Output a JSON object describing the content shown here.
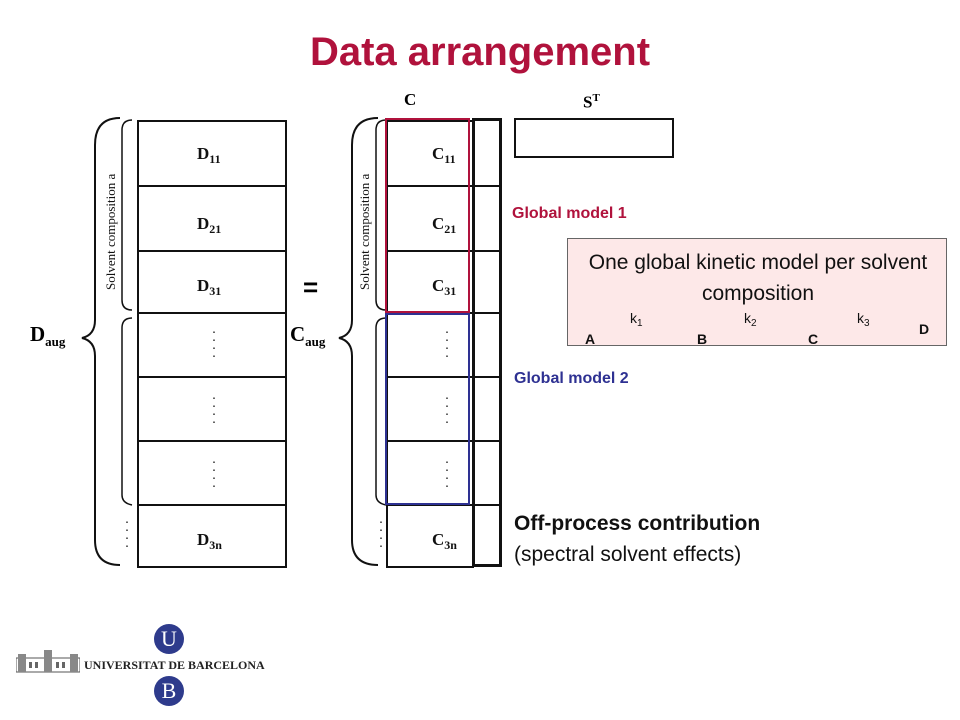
{
  "title": "Data arrangement",
  "left_block": {
    "aug_label": "D",
    "aug_sub": "aug",
    "axis_label": "Solvent composition a",
    "cells": [
      {
        "main": "D",
        "sub": "11"
      },
      {
        "main": "D",
        "sub": "21"
      },
      {
        "main": "D",
        "sub": "31"
      },
      {
        "main": "",
        "sub": ""
      },
      {
        "main": "",
        "sub": ""
      },
      {
        "main": "",
        "sub": ""
      },
      {
        "main": "D",
        "sub": "3n"
      }
    ]
  },
  "equals": "=",
  "right_block": {
    "aug_label": "C",
    "aug_sub": "aug",
    "axis_label": "Solvent composition a",
    "header_c": "C",
    "header_st": "S",
    "header_st_sup": "T",
    "cells": [
      {
        "main": "C",
        "sub": "11"
      },
      {
        "main": "C",
        "sub": "21"
      },
      {
        "main": "C",
        "sub": "31"
      },
      {
        "main": "",
        "sub": ""
      },
      {
        "main": "",
        "sub": ""
      },
      {
        "main": "",
        "sub": ""
      },
      {
        "main": "C",
        "sub": "3n"
      }
    ]
  },
  "global_model_1": {
    "label": "Global model 1",
    "color": "#b0123c"
  },
  "global_model_2": {
    "label": "Global model 2",
    "color": "#2e3192"
  },
  "kinetic_box": {
    "title": "One global kinetic model per solvent composition",
    "species": [
      "A",
      "B",
      "C",
      "D"
    ],
    "rates": [
      {
        "k": "k",
        "sub": "1"
      },
      {
        "k": "k",
        "sub": "2"
      },
      {
        "k": "k",
        "sub": "3"
      }
    ]
  },
  "off_process": {
    "line1": "Off-process contribution",
    "line2": "(spectral solvent effects)"
  },
  "logo": {
    "text": "UNIVERSITAT DE BARCELONA",
    "letter_top": "U",
    "letter_bottom": "B",
    "color": "#2e3b8c"
  }
}
